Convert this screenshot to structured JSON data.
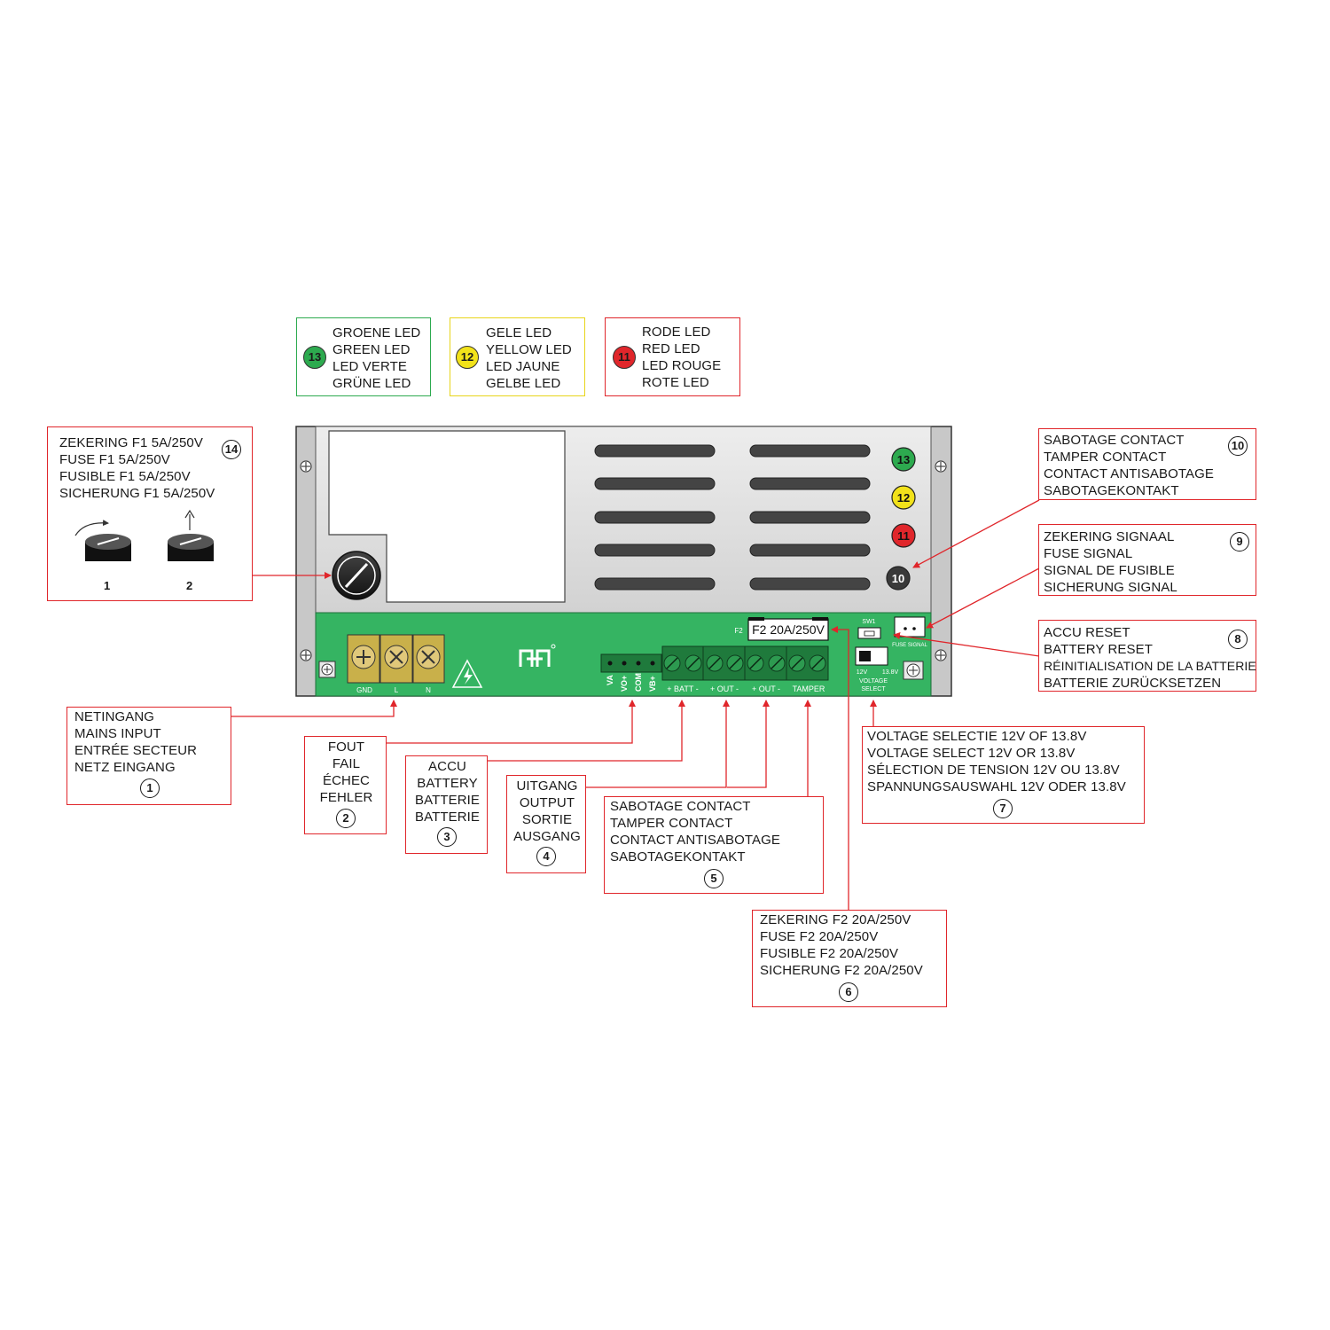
{
  "legend": {
    "green": {
      "num": "13",
      "lines": [
        "GROENE LED",
        "GREEN LED",
        "LED VERTE",
        "GRÜNE LED"
      ],
      "color": "#2daa4f"
    },
    "yellow": {
      "num": "12",
      "lines": [
        "GELE LED",
        "YELLOW LED",
        "LED JAUNE",
        "GELBE LED"
      ],
      "color": "#f2e21a"
    },
    "red": {
      "num": "11",
      "lines": [
        "RODE LED",
        "RED LED",
        "LED ROUGE",
        "ROTE LED"
      ],
      "color": "#e0262b"
    }
  },
  "callouts": {
    "c14": {
      "num": "14",
      "lines": [
        "ZEKERING F1 5A/250V",
        "FUSE F1 5A/250V",
        "FUSIBLE F1 5A/250V",
        "SICHERUNG F1 5A/250V"
      ],
      "step1": "1",
      "step2": "2"
    },
    "c10": {
      "num": "10",
      "lines": [
        "SABOTAGE CONTACT",
        "TAMPER CONTACT",
        "CONTACT ANTISABOTAGE",
        "SABOTAGEKONTAKT"
      ]
    },
    "c9": {
      "num": "9",
      "lines": [
        "ZEKERING SIGNAAL",
        "FUSE SIGNAL",
        "SIGNAL DE FUSIBLE",
        "SICHERUNG SIGNAL"
      ]
    },
    "c8": {
      "num": "8",
      "lines": [
        "ACCU RESET",
        "BATTERY RESET",
        "RÉINITIALISATION DE LA BATTERIE",
        "BATTERIE ZURÜCKSETZEN"
      ]
    },
    "c1": {
      "num": "1",
      "lines": [
        "NETINGANG",
        "MAINS INPUT",
        "ENTRÉE SECTEUR",
        "NETZ EINGANG"
      ]
    },
    "c2": {
      "num": "2",
      "lines": [
        "FOUT",
        "FAIL",
        "ÉCHEC",
        "FEHLER"
      ]
    },
    "c3": {
      "num": "3",
      "lines": [
        "ACCU",
        "BATTERY",
        "BATTERIE",
        "BATTERIE"
      ]
    },
    "c4": {
      "num": "4",
      "lines": [
        "UITGANG",
        "OUTPUT",
        "SORTIE",
        "AUSGANG"
      ]
    },
    "c5": {
      "num": "5",
      "lines": [
        "SABOTAGE CONTACT",
        "TAMPER CONTACT",
        "CONTACT ANTISABOTAGE",
        "SABOTAGEKONTAKT"
      ]
    },
    "c6": {
      "num": "6",
      "lines": [
        "ZEKERING F2 20A/250V",
        "FUSE F2 20A/250V",
        "FUSIBLE F2 20A/250V",
        "SICHERUNG F2 20A/250V"
      ]
    },
    "c7": {
      "num": "7",
      "lines": [
        "VOLTAGE SELECTIE 12V OF 13.8V",
        "VOLTAGE SELECT 12V OR 13.8V",
        "SÉLECTION DE TENSION 12V OU 13.8V",
        "SPANNUNGSAUSWAHL 12V ODER 13.8V"
      ]
    }
  },
  "device": {
    "leds": [
      "13",
      "12",
      "11",
      "10"
    ],
    "f2_prefix": "F2",
    "f2_label": "F2 20A/250V",
    "sw1": "SW1",
    "fuse_signal": "FUSE SIGNAL",
    "volt_12": "12V",
    "volt_138": "13.8V",
    "volt_select": "VOLTAGE",
    "volt_select2": "SELECT",
    "mains_gnd": "GND",
    "mains_l": "L",
    "mains_n": "N",
    "sig_va": "VA",
    "sig_vo": "VO+",
    "sig_com": "COM",
    "sig_vb": "VB+",
    "term_batt": "+ BATT -",
    "term_out1": "+ OUT -",
    "term_out2": "+ OUT -",
    "term_tamper": "TAMPER"
  }
}
